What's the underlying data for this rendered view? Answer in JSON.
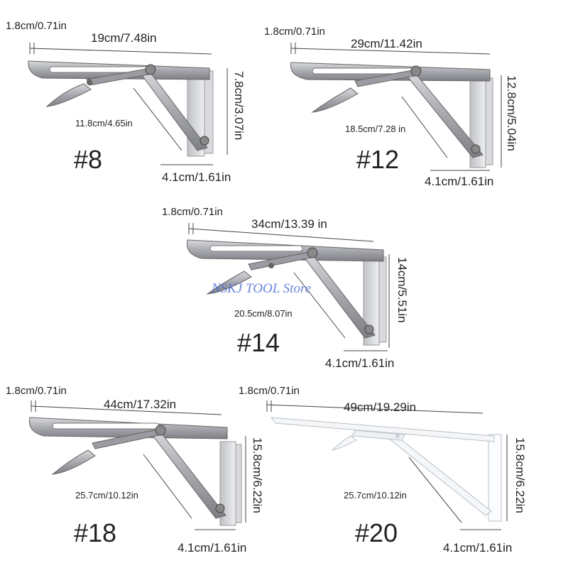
{
  "watermark": "NSKJ TOOL Store",
  "colors": {
    "metal": "#a9abb0",
    "metal_dark": "#6e7076",
    "white_bracket": "#f4f6f8",
    "dimension_line": "#444444",
    "watermark": "#4f6fd6"
  },
  "brackets": [
    {
      "id": "#8",
      "thickness": "1.8cm/0.71in",
      "length": "19cm/7.48in",
      "height": "7.8cm/3.07in",
      "brace": "11.8cm/4.65in",
      "mount": "4.1cm/1.61in"
    },
    {
      "id": "#12",
      "thickness": "1.8cm/0.71in",
      "length": "29cm/11.42in",
      "height": "12.8cm/5.04in",
      "brace": "18.5cm/7.28 in",
      "mount": "4.1cm/1.61in"
    },
    {
      "id": "#14",
      "thickness": "1.8cm/0.71in",
      "length": "34cm/13.39 in",
      "height": "14cm/5.51in",
      "brace": "20.5cm/8.07in",
      "mount": "4.1cm/1.61in"
    },
    {
      "id": "#18",
      "thickness": "1.8cm/0.71in",
      "length": "44cm/17.32in",
      "height": "15.8cm/6.22in",
      "brace": "25.7cm/10.12in",
      "mount": "4.1cm/1.61in"
    },
    {
      "id": "#20",
      "thickness": "1.8cm/0.71in",
      "length": "49cm/19.29in",
      "height": "15.8cm/6.22in",
      "brace": "25.7cm/10.12in",
      "mount": "4.1cm/1.61in"
    }
  ]
}
